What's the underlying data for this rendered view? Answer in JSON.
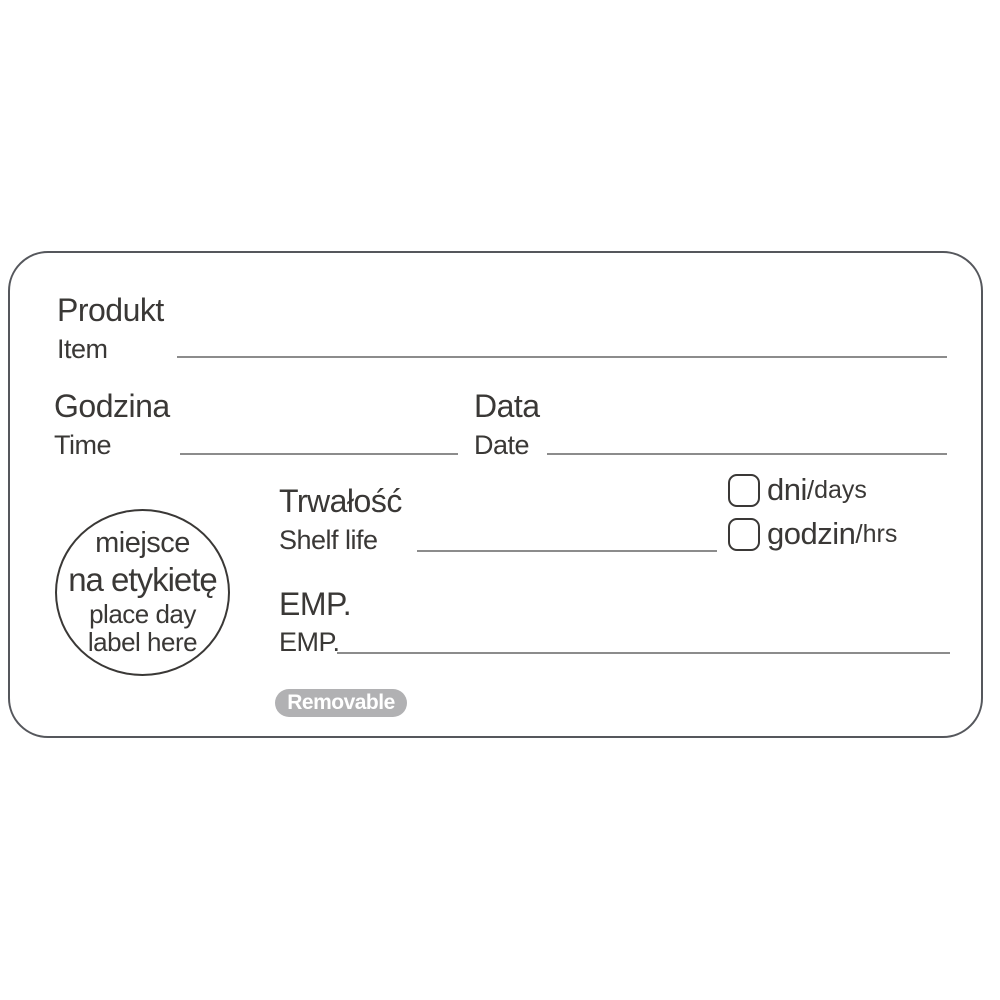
{
  "colors": {
    "text": "#3a3836",
    "line": "#8c8c8c",
    "border": "#55575c",
    "badge_bg": "#b1b1b3",
    "badge_fg": "#ffffff",
    "page_bg": "#ffffff"
  },
  "fields": {
    "product": {
      "pl": "Produkt",
      "en": "Item"
    },
    "time": {
      "pl": "Godzina",
      "en": "Time"
    },
    "date": {
      "pl": "Data",
      "en": "Date"
    },
    "shelf_life": {
      "pl": "Trwałość",
      "en": "Shelf life"
    },
    "emp": {
      "pl": "EMP.",
      "en": "EMP."
    }
  },
  "units": [
    {
      "pl": "dni",
      "sep": " / ",
      "en": "days"
    },
    {
      "pl": "godzin",
      "sep": " / ",
      "en": "hrs"
    }
  ],
  "circle": {
    "line1": "miejsce",
    "line2": "na etykietę",
    "line3": "place day",
    "line4": "label here"
  },
  "badge": {
    "text": "Removable"
  }
}
